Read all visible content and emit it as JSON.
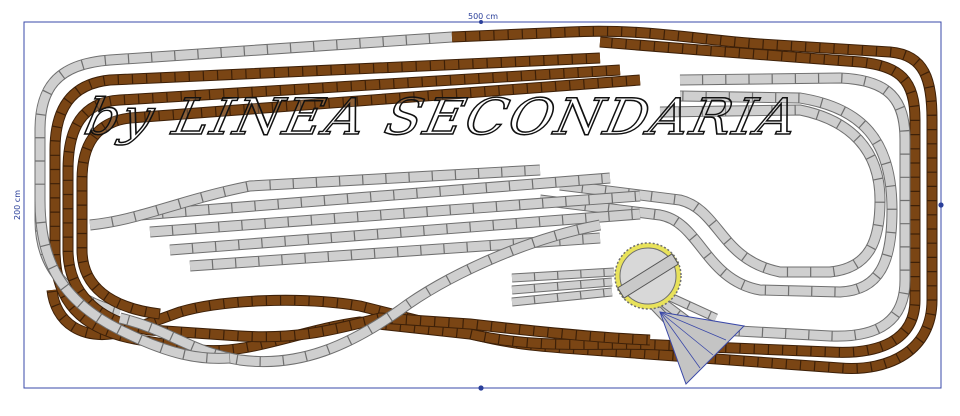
{
  "dimensions": {
    "width_label": "500 cm",
    "height_label": "200 cm"
  },
  "watermark": "by LINEA SECONDARIA",
  "colors": {
    "frame": "#3a48a8",
    "grey_track": "#cfcfcf",
    "grey_edge": "#6f6f6f",
    "brown_track": "#7a4514",
    "brown_edge": "#3d2008",
    "turntable_pit": "#e8e25a",
    "turntable_bridge": "#c9c9c9",
    "engine_shed_fan": "#c4c4c4"
  }
}
